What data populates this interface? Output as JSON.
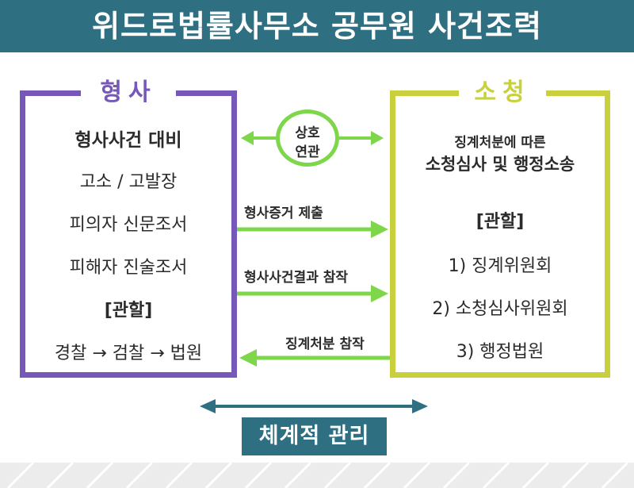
{
  "header": {
    "title": "위드로법률사무소 공무원 사건조력"
  },
  "left": {
    "label": "형사",
    "heading": "형사사건 대비",
    "items": [
      "고소 / 고발장",
      "피의자 신문조서",
      "피해자 진술조서"
    ],
    "jurisdiction_label": "[관할]",
    "flow": "경찰 → 검찰 → 법원"
  },
  "right": {
    "label": "소청",
    "sub": "징계처분에 따른",
    "heading": "소청심사 및 행정소송",
    "jurisdiction_label": "[관할]",
    "items": [
      "1) 징계위원회",
      "2) 소청심사위원회",
      "3) 행정법원"
    ]
  },
  "center": {
    "mutual_line1": "상호",
    "mutual_line2": "연관",
    "arrow1": "형사증거 제출",
    "arrow2": "형사사건결과 참작",
    "arrow3": "징계처분 참작"
  },
  "bottom": {
    "label": "체계적 관리"
  },
  "colors": {
    "header": "#2f6f82",
    "purple": "#7558b7",
    "lime": "#c8d03d",
    "green": "#7ed64a"
  }
}
